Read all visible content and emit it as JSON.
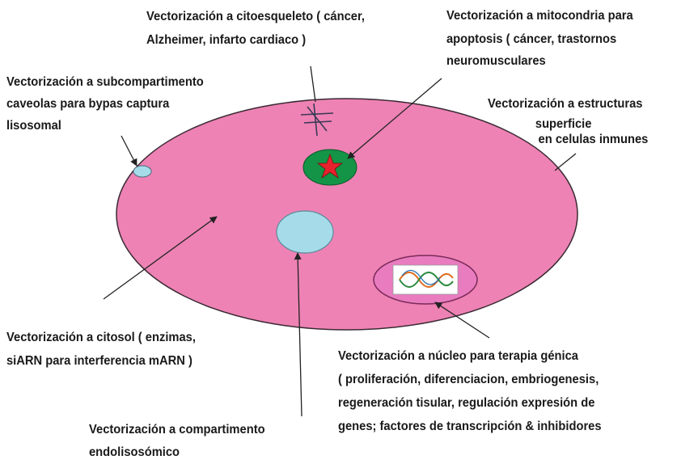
{
  "colors": {
    "cell_fill": "#ee82b4",
    "cell_stroke": "#3a2a33",
    "endosome_fill": "#a6dcea",
    "mito_fill": "#149447",
    "star_fill": "#e8222d",
    "nucleus_fill": "#e97cbf",
    "line": "#222222"
  },
  "labels": {
    "cytoskeleton": [
      "Vectorización a citoesqueleto ( cáncer,",
      "Alzheimer, infarto cardiaco )"
    ],
    "mitochondria": [
      "Vectorización a mitocondria para",
      "apoptosis ( cáncer, trastornos",
      "neuromusculares"
    ],
    "caveolae": [
      "Vectorización a subcompartimento",
      "caveolas para bypas captura",
      "lisosomal"
    ],
    "surface": [
      "Vectorización a estructuras",
      "superficie",
      "en celulas inmunes"
    ],
    "cytosol": [
      "Vectorización a citosol ( enzimas,",
      "siARN para interferencia mARN )"
    ],
    "nucleus": [
      "Vectorización a núcleo para terapia génica",
      "( proliferación, diferenciacion, embriogenesis,",
      "regeneración tisular, regulación expresión de",
      "genes; factores de transcripción & inhibidores"
    ],
    "endolysosome": [
      "Vectorización a compartimento",
      "endolisosómico"
    ]
  }
}
